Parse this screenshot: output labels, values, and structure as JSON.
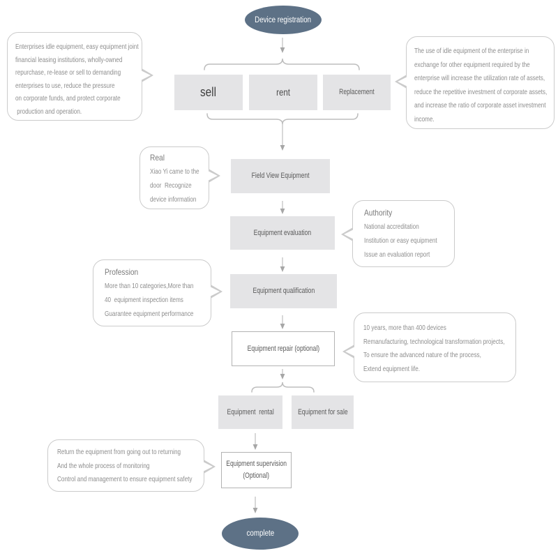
{
  "nodes": {
    "start": "Device registration",
    "sell": "sell",
    "rent": "rent",
    "replacement": "Replacement",
    "field_view": "Field View Equipment",
    "evaluation": "Equipment evaluation",
    "qualification": "Equipment qualification",
    "repair": "Equipment repair (optional)",
    "rental": "Equipment  rental",
    "sale": "Equipment for sale",
    "supervision_line1": "Equipment supervision",
    "supervision_line2": "(Optional)",
    "end": "complete"
  },
  "callouts": {
    "idle": {
      "lines": [
        "Enterprises idle equipment, easy equipment joint",
        "financial leasing institutions, wholly-owned",
        "repurchase, re-lease or sell to demanding",
        "enterprises to use, reduce the pressure",
        "on corporate funds, and protect corporate",
        " production and operation."
      ]
    },
    "exchange": {
      "lines": [
        "The use of idle equipment of the enterprise in",
        "exchange for other equipment required by the",
        "enterprise will increase the utilization rate of assets,",
        "reduce the repetitive investment of corporate assets,",
        "and increase the ratio of corporate asset investment",
        "income."
      ]
    },
    "real": {
      "title": "Real",
      "lines": [
        "Xiao Yi came to the",
        "door  Recognize",
        "device information"
      ]
    },
    "authority": {
      "title": "Authority",
      "lines": [
        "National accreditation",
        "Institution or easy equipment",
        "Issue an evaluation report"
      ]
    },
    "profession": {
      "title": "Profession",
      "lines": [
        "More than 10 categories,More than",
        "40  equipment inspection items",
        "Guarantee equipment performance"
      ]
    },
    "years": {
      "lines": [
        "10 years, more than 400 devices",
        "Remanufacturing, technological transformation projects,",
        "To ensure the advanced nature of the process,",
        "Extend equipment life."
      ]
    },
    "return": {
      "lines": [
        "Return the equipment from going out to returning",
        "And the whole process of monitoring",
        "Control and management to ensure equipment safety"
      ]
    }
  },
  "colors": {
    "terminal_fill": "#5d7186",
    "terminal_text": "#ffffff",
    "box_fill": "#e4e4e6",
    "box_text": "#5a5a5a",
    "outline_box_border": "#b3b3b3",
    "callout_border": "#cbcbcb",
    "callout_text": "#8d8d8d",
    "connector": "#b0b0b0"
  }
}
